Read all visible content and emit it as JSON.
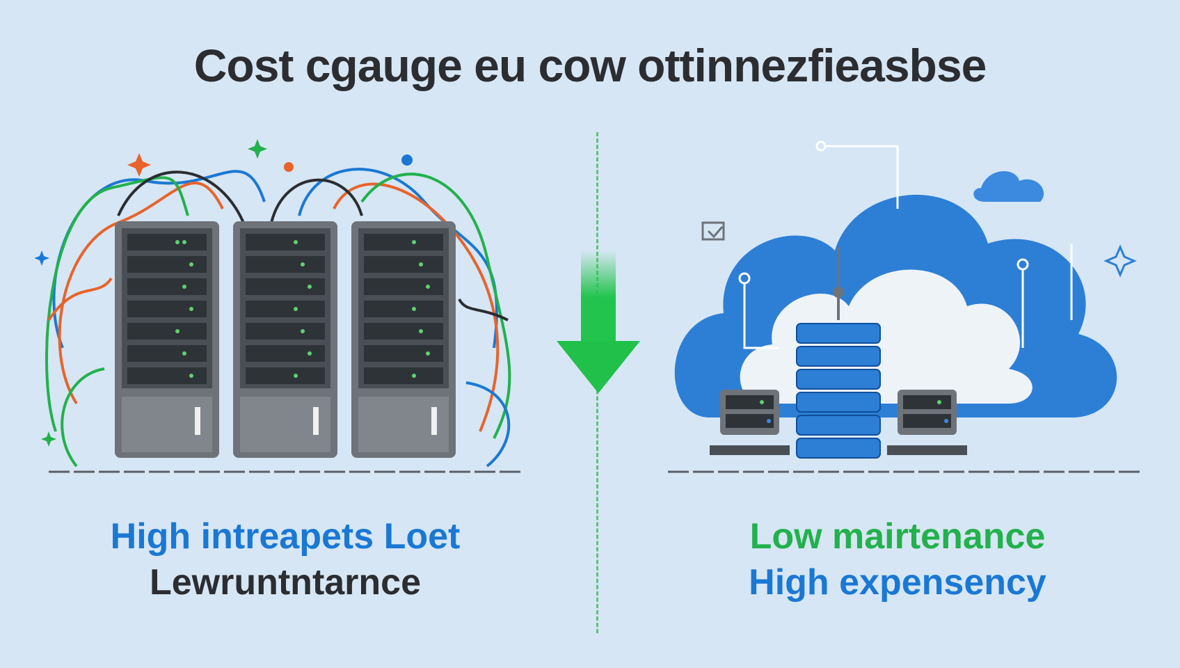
{
  "title": "Cost cgauge eu cow ottinnezfieasbse",
  "left": {
    "caption_line1": "High intreapets Loet",
    "caption_line2": "Lewruntntarnce"
  },
  "right": {
    "caption_line1": "Low mairtenance",
    "caption_line2": "High expensency"
  },
  "colors": {
    "background": "#d6e6f4",
    "accent_green": "#22b14c",
    "accent_blue": "#1a78d4",
    "text_dark": "#2b2d31"
  },
  "icons": [
    "server-rack-icon",
    "cable-icon",
    "down-arrow-icon",
    "cloud-icon",
    "database-icon",
    "server-icon",
    "sparkle-icon"
  ]
}
